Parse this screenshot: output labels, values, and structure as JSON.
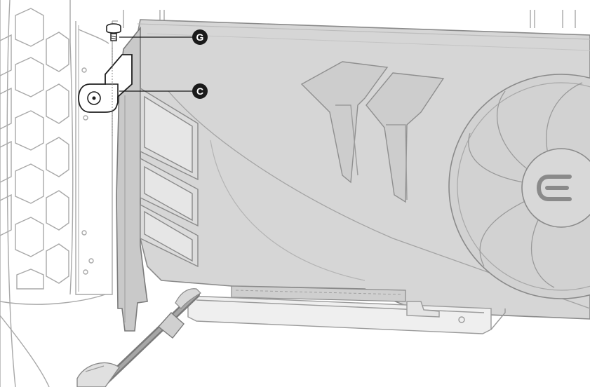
{
  "diagram": {
    "callouts": [
      {
        "id": "g",
        "letter": "G",
        "part": "screw"
      },
      {
        "id": "c",
        "letter": "C",
        "part": "bracket"
      }
    ],
    "colors": {
      "line": "#9a9a9a",
      "line_dark": "#6e6e6e",
      "card_fill": "#d6d6d6",
      "card_fill_light": "#e3e3e3",
      "callout_fill": "#1a1a1a",
      "callout_text": "#ffffff"
    }
  }
}
